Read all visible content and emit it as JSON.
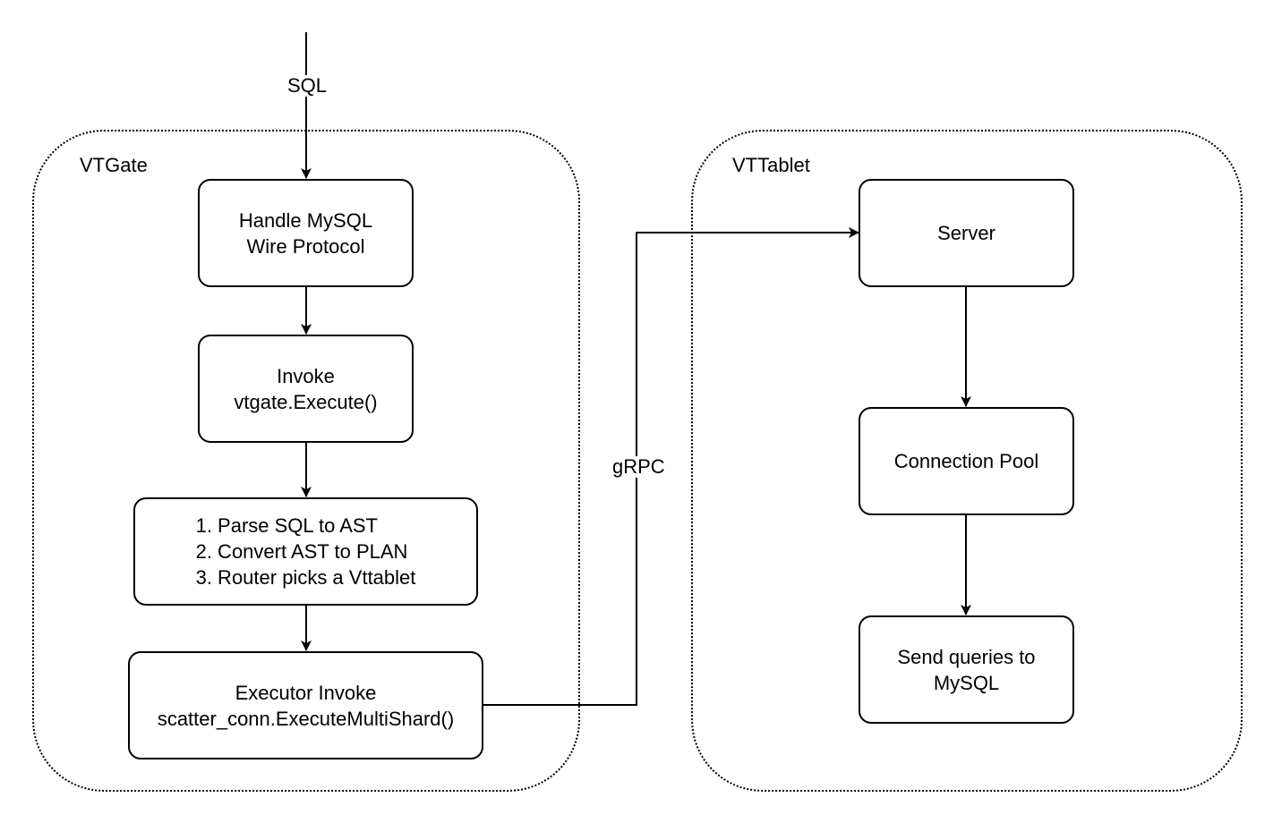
{
  "groups": {
    "vtgate": {
      "label": "VTGate"
    },
    "vttablet": {
      "label": "VTTablet"
    }
  },
  "nodes": {
    "handle_protocol": {
      "lines": [
        "Handle MySQL",
        "Wire Protocol"
      ]
    },
    "invoke_execute": {
      "lines": [
        "Invoke",
        "vtgate.Execute()"
      ]
    },
    "plan_steps": {
      "lines": [
        "1. Parse SQL to AST",
        "2. Convert AST to PLAN",
        "3. Router picks a Vttablet"
      ]
    },
    "executor_invoke": {
      "lines": [
        "Executor Invoke",
        "scatter_conn.ExecuteMultiShard()"
      ]
    },
    "server": {
      "lines": [
        "Server"
      ]
    },
    "connection_pool": {
      "lines": [
        "Connection Pool"
      ]
    },
    "send_queries": {
      "lines": [
        "Send queries to",
        "MySQL"
      ]
    }
  },
  "edges": {
    "sql_label": "SQL",
    "grpc_label": "gRPC"
  },
  "colors": {
    "stroke": "#000000",
    "background": "#ffffff"
  }
}
